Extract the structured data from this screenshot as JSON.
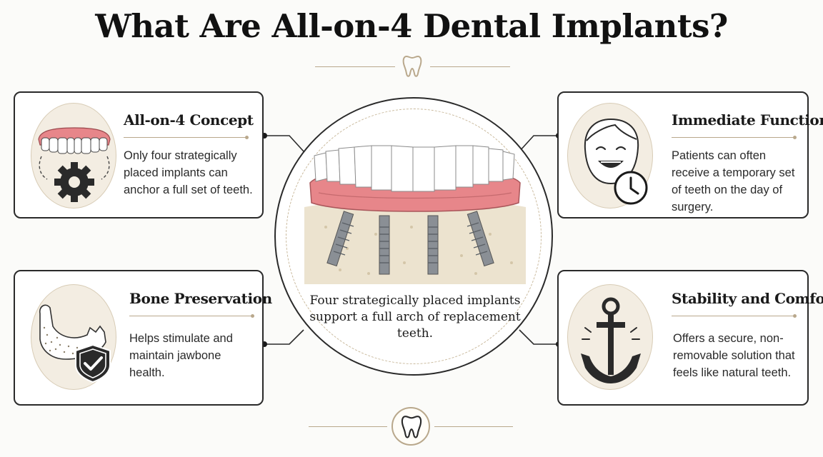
{
  "title": "What Are All-on-4 Dental Implants?",
  "center": {
    "caption": "Four strategically placed implants support a full arch of replacement teeth."
  },
  "cards": {
    "concept": {
      "heading": "All-on-4 Concept",
      "body": "Only four strategically placed implants can anchor a full set of teeth.",
      "icon": "denture-gear-icon"
    },
    "bone": {
      "heading": "Bone Preservation",
      "body": "Helps stimulate and maintain jawbone health.",
      "icon": "jawbone-shield-icon"
    },
    "function": {
      "heading": "Immediate Function",
      "body": "Patients can often receive a temporary set of teeth on the day of surgery.",
      "icon": "smiling-face-clock-icon"
    },
    "stability": {
      "heading": "Stability and Comfort",
      "body": "Offers a secure, non-removable solution that feels like natural teeth.",
      "icon": "anchor-icon"
    }
  },
  "colors": {
    "accent": "#b9a88c",
    "gum": "#e7868a",
    "bone": "#ece3cf",
    "metal": "#8a8f95",
    "ink": "#2a2a2a"
  }
}
